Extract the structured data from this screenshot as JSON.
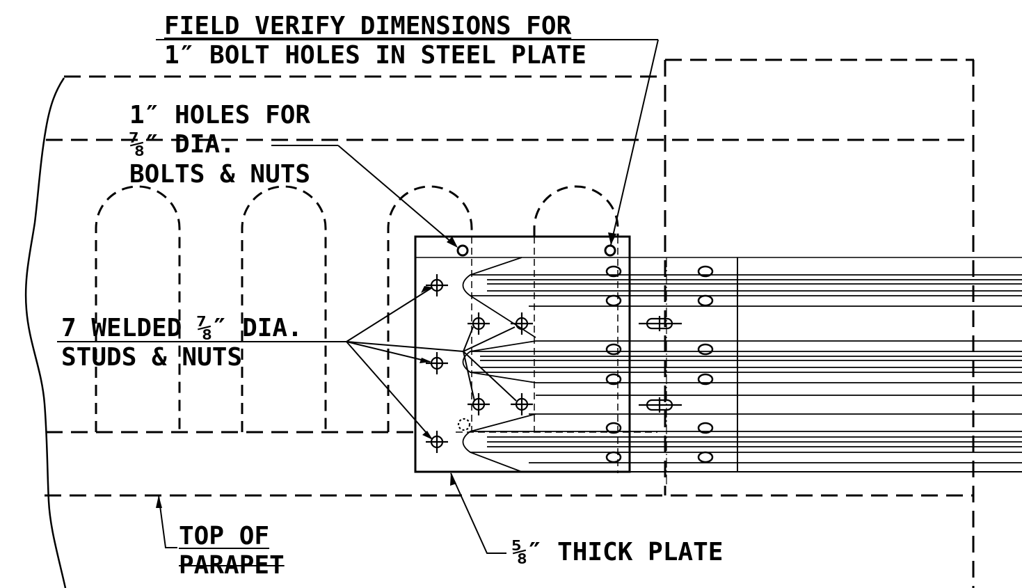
{
  "colors": {
    "ink": "#000000",
    "paper": "#ffffff"
  },
  "labels": {
    "field_verify_line1": "FIELD VERIFY DIMENSIONS FOR",
    "field_verify_line2": "1″ BOLT HOLES IN STEEL PLATE",
    "holes_line1": "1″ HOLES FOR",
    "holes_line2": "⅞″ DIA.",
    "holes_line3": "BOLTS & NUTS",
    "studs_line1": "7 WELDED ⅞″ DIA.",
    "studs_line2": "STUDS & NUTS",
    "top_line1": "TOP OF",
    "top_line2": "PARAPET",
    "plate": "⅝″ THICK PLATE"
  }
}
